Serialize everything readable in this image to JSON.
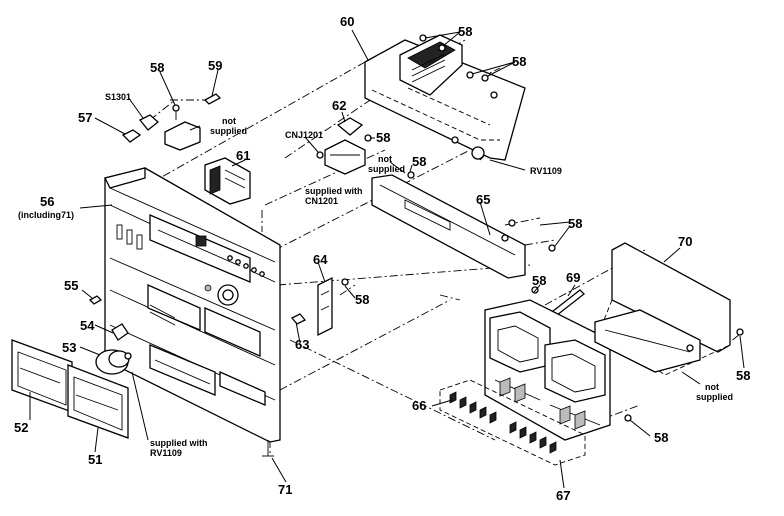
{
  "labels": {
    "p51": "51",
    "p52": "52",
    "p53": "53",
    "p54": "54",
    "p55": "55",
    "p56": "56",
    "p57": "57",
    "p58": "58",
    "p59": "59",
    "p60": "60",
    "p61": "61",
    "p62": "62",
    "p63": "63",
    "p64": "64",
    "p65": "65",
    "p66": "66",
    "p67": "67",
    "p69": "69",
    "p70": "70",
    "p71": "71",
    "s1301": "S1301",
    "cnj1201": "CNJ1201",
    "cn1201": "CN1201",
    "rv1109": "RV1109",
    "not": "not",
    "supplied": "supplied",
    "supplied_with": "supplied with",
    "including71": "(including71)"
  }
}
